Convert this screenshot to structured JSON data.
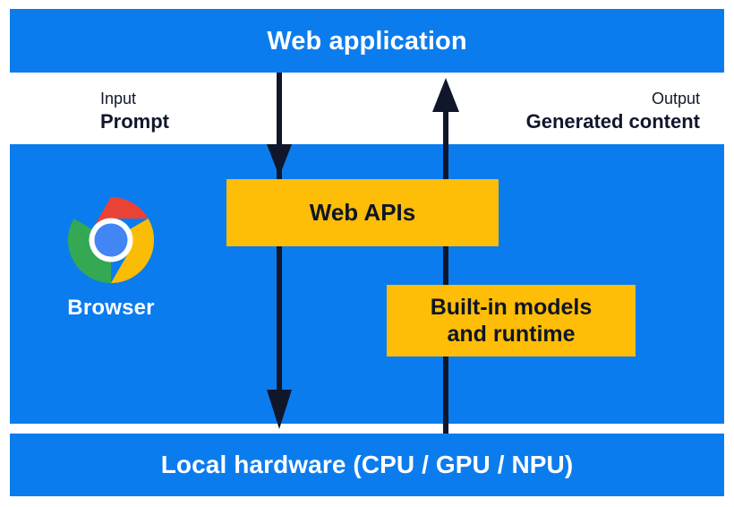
{
  "diagram": {
    "layers": {
      "web_application": {
        "title": "Web application",
        "color": "#0b7cee",
        "text_color": "#ffffff"
      },
      "browser": {
        "label": "Browser",
        "icon": "chrome-logo-icon",
        "color": "#0b7cee",
        "text_color": "#ffffff"
      },
      "local_hardware": {
        "title": "Local hardware (CPU / GPU / NPU)",
        "color": "#0b7cee",
        "text_color": "#ffffff"
      }
    },
    "boxes": [
      {
        "id": "web-apis",
        "label": "Web APIs",
        "color": "#febd06",
        "text_color": "#0e1526"
      },
      {
        "id": "builtin-models",
        "label": "Built-in models\nand runtime",
        "line1": "Built-in models",
        "line2": "and runtime",
        "color": "#febd06",
        "text_color": "#0e1526"
      }
    ],
    "flows": {
      "input": {
        "kicker": "Input",
        "value": "Prompt",
        "direction": "down",
        "color": "#10172b"
      },
      "output": {
        "kicker": "Output",
        "value": "Generated content",
        "direction": "up",
        "color": "#10172b"
      }
    },
    "chrome_logo_colors": {
      "red": "#ea4335",
      "yellow": "#fbbc05",
      "green": "#34a853",
      "blue": "#4285f4",
      "ring": "#ffffff"
    }
  }
}
